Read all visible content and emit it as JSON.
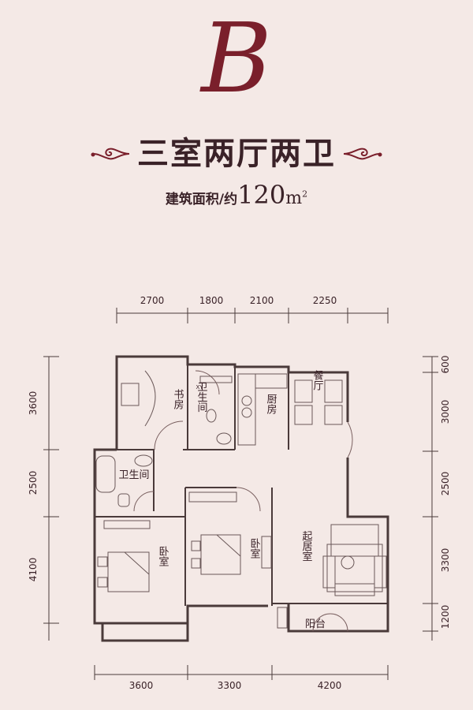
{
  "header": {
    "letter": "B",
    "title": "三室两厅两卫",
    "area_label": "建筑面积/约",
    "area_value": "120",
    "area_unit": "m",
    "area_sup": "2"
  },
  "dimensions": {
    "top": [
      "2700",
      "1800",
      "2100",
      "2250"
    ],
    "bottom": [
      "3600",
      "3300",
      "4200"
    ],
    "left": [
      "3600",
      "2500",
      "4100"
    ],
    "right": [
      "600",
      "3000",
      "2500",
      "3300",
      "1200"
    ]
  },
  "rooms": {
    "study": "书房",
    "bath_top": "卫生间",
    "kitchen": "厨房",
    "dining": "餐厅",
    "bath_left": "卫生间",
    "bedroom_left": "卧室",
    "bedroom_mid": "卧室",
    "living": "起居室",
    "balcony": "阳台"
  },
  "misc": {
    "xy": "XY"
  },
  "colors": {
    "accent": "#7a1f2b",
    "background": "#f4e9e6",
    "line": "#4a3a3a"
  }
}
